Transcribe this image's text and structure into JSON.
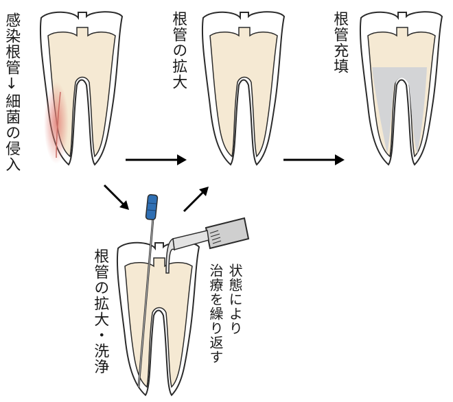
{
  "labels": {
    "infection": "感染根管↓細菌の侵入",
    "enlarge": "根管の拡大",
    "filling": "根管充填",
    "enlarge_clean": "根管の拡大・洗浄",
    "repeat_line1": "状態により",
    "repeat_line2": "治療を繰り返す"
  },
  "colors": {
    "outline": "#2a2a2a",
    "enamel": "#ffffff",
    "dentin": "#f5e9d3",
    "infection": "#d98a80",
    "filling": "#d3d4d6",
    "file_handle": "#2f6fb3",
    "tool": "#cfcfcf",
    "arrow": "#000000"
  }
}
